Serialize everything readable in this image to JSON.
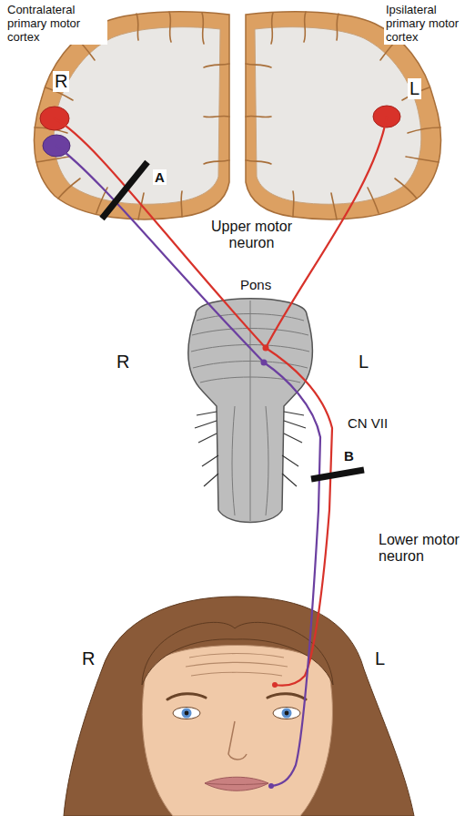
{
  "diagram": {
    "labels": [
      "Contralateral primary motor cortex",
      "Ipsilateral primary motor cortex",
      "R",
      "L",
      "A",
      "Upper motor neuron",
      "R",
      "Pons",
      "L",
      "CN VII",
      "B",
      "Lower motor neuron",
      "R",
      "L"
    ]
  }
}
